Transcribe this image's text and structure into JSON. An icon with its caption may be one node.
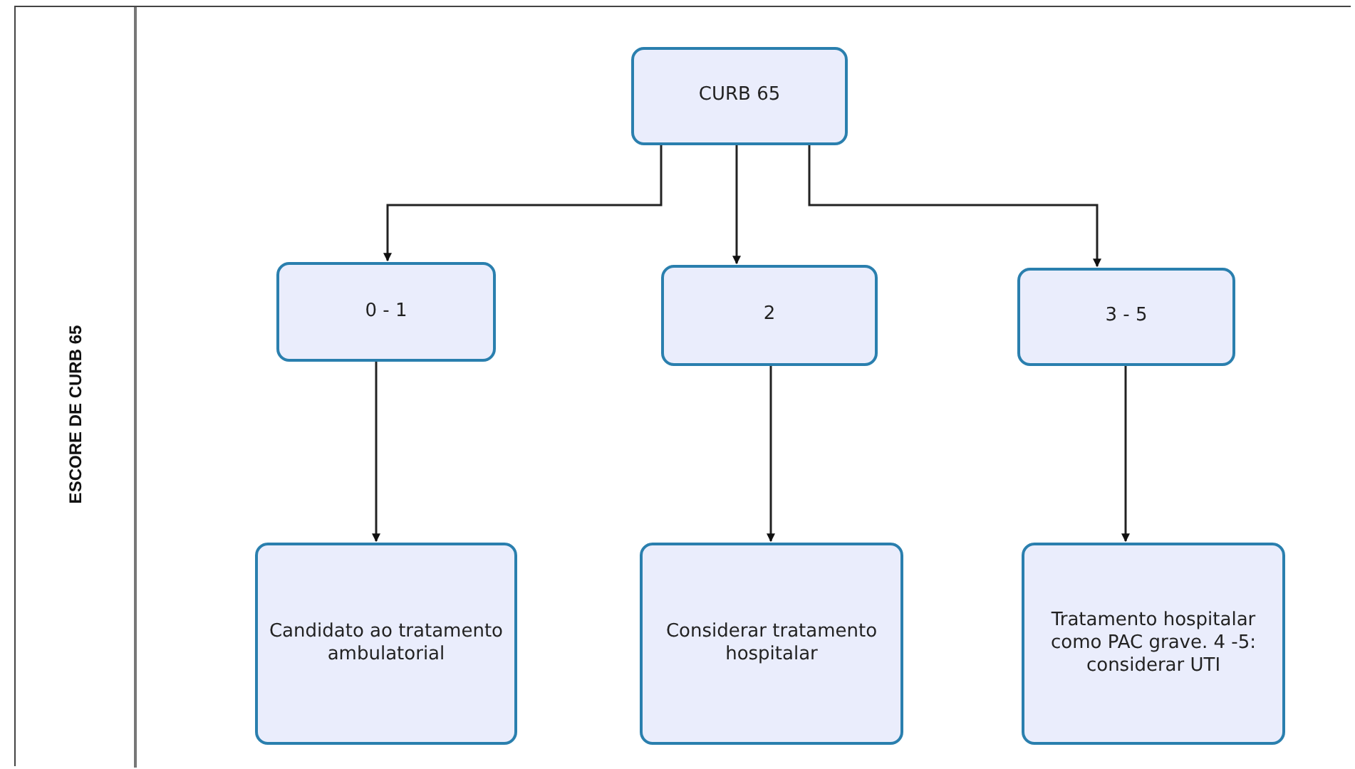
{
  "diagram": {
    "nodes": [
      {
        "text": [
          "ESCORE DE CURB 65"
        ]
      },
      {
        "text": [
          "CURB 65"
        ],
        "in": 0
      },
      {
        "text": [
          "0 - 1"
        ],
        "in": 0
      },
      {
        "text": [
          "2"
        ],
        "in": 0
      },
      {
        "text": [
          "3 - 5"
        ],
        "in": 0
      },
      {
        "text": [
          "Candidato ao tratamento ambulatorial"
        ],
        "in": 0
      },
      {
        "text": [
          "Considerar tratamento hospitalar"
        ],
        "in": 0
      },
      {
        "text": [
          "Tratamento hospitalar como PAC grave. 4 -5: considerar UTI"
        ],
        "in": 0
      }
    ],
    "edges": [
      {
        "from": 1,
        "to": 2,
        "arrow": "to"
      },
      {
        "from": 1,
        "to": 3,
        "arrow": "to"
      },
      {
        "from": 1,
        "to": 4,
        "arrow": "to"
      },
      {
        "from": 2,
        "to": 5,
        "arrow": "to"
      },
      {
        "from": 3,
        "to": 6,
        "arrow": "to"
      },
      {
        "from": 4,
        "to": 7,
        "arrow": "to"
      }
    ]
  }
}
